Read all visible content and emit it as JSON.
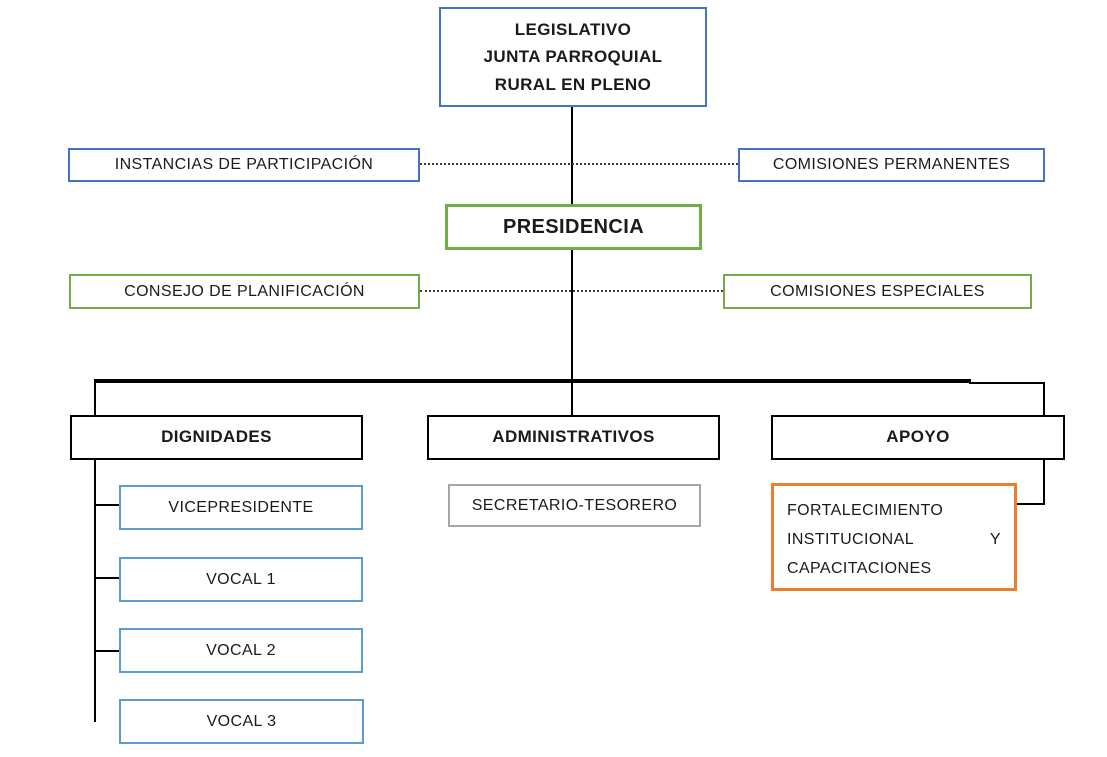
{
  "diagram": {
    "type": "org-chart",
    "nodes": {
      "legislativo": {
        "label": "LEGISLATIVO\nJUNTA PARROQUIAL\nRURAL EN PLENO"
      },
      "instancias": {
        "label": "INSTANCIAS DE PARTICIPACIÓN"
      },
      "comisiones_permanentes": {
        "label": "COMISIONES PERMANENTES"
      },
      "presidencia": {
        "label": "PRESIDENCIA"
      },
      "consejo_planificacion": {
        "label": "CONSEJO DE PLANIFICACIÓN"
      },
      "comisiones_especiales": {
        "label": "COMISIONES ESPECIALES"
      },
      "dignidades": {
        "label": "DIGNIDADES"
      },
      "administrativos": {
        "label": "ADMINISTRATIVOS"
      },
      "apoyo": {
        "label": "APOYO"
      },
      "vicepresidente": {
        "label": "VICEPRESIDENTE"
      },
      "vocal1": {
        "label": "VOCAL 1"
      },
      "vocal2": {
        "label": "VOCAL 2"
      },
      "vocal3": {
        "label": "VOCAL 3"
      },
      "secretario_tesorero": {
        "label": "SECRETARIO-TESORERO"
      },
      "fortalecimiento": {
        "label": "FORTALECIMIENTO INSTITUCIONAL Y CAPACITACIONES"
      }
    },
    "edges": [
      {
        "from": "legislativo",
        "to": "presidencia",
        "style": "solid"
      },
      {
        "from": "instancias",
        "to": "comisiones_permanentes",
        "style": "dotted"
      },
      {
        "from": "consejo_planificacion",
        "to": "comisiones_especiales",
        "style": "dotted"
      },
      {
        "from": "presidencia",
        "to": "dignidades",
        "style": "solid"
      },
      {
        "from": "presidencia",
        "to": "administrativos",
        "style": "solid"
      },
      {
        "from": "presidencia",
        "to": "apoyo",
        "style": "solid"
      },
      {
        "from": "dignidades",
        "to": "vicepresidente",
        "style": "solid"
      },
      {
        "from": "dignidades",
        "to": "vocal1",
        "style": "solid"
      },
      {
        "from": "dignidades",
        "to": "vocal2",
        "style": "solid"
      },
      {
        "from": "dignidades",
        "to": "vocal3",
        "style": "solid"
      },
      {
        "from": "apoyo",
        "to": "fortalecimiento",
        "style": "solid"
      }
    ],
    "colors": {
      "blue": "#4472C4",
      "light_blue": "#5B9BD5",
      "green": "#70AD47",
      "orange": "#ED7D31",
      "gray": "#A6A6A6",
      "black": "#000000",
      "dotted_line": "#3B3B3B",
      "background": "#FFFFFF"
    }
  }
}
